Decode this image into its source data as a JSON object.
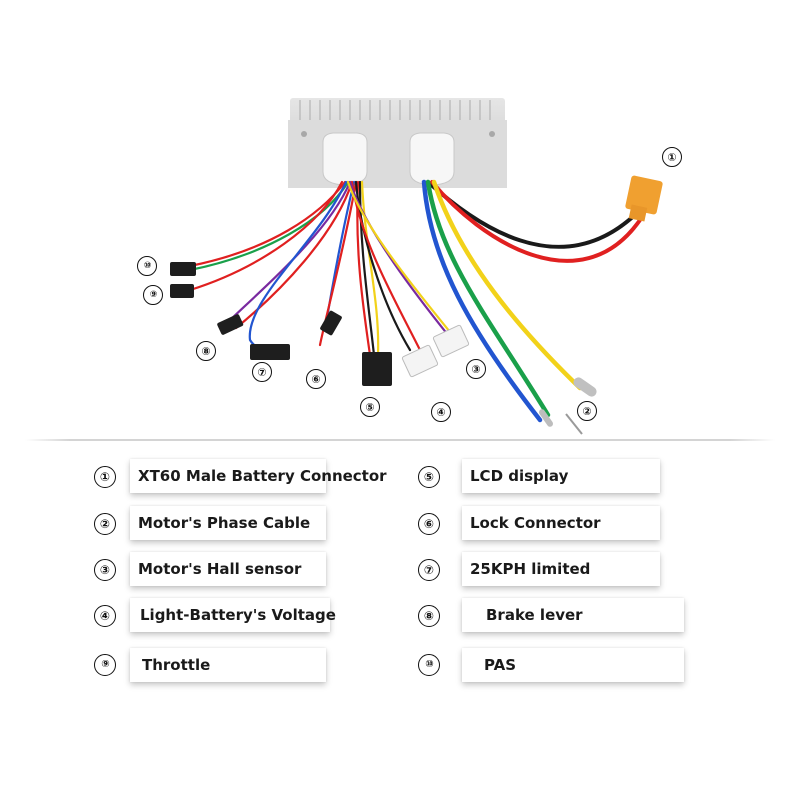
{
  "callouts": [
    {
      "num": "①",
      "label": "XT60 Male Battery Connector"
    },
    {
      "num": "②",
      "label": "Motor's Phase Cable"
    },
    {
      "num": "③",
      "label": "Motor's Hall sensor"
    },
    {
      "num": "④",
      "label": "Light-Battery's Voltage"
    },
    {
      "num": "⑨",
      "label": "Throttle"
    },
    {
      "num": "⑤",
      "label": "LCD display"
    },
    {
      "num": "⑥",
      "label": "Lock Connector"
    },
    {
      "num": "⑦",
      "label": "25KPH limited"
    },
    {
      "num": "⑧",
      "label": "Brake lever"
    },
    {
      "num": "⑩",
      "label": "PAS"
    }
  ],
  "colors": {
    "red": "#e02020",
    "black": "#1a1a1a",
    "yellow": "#f2d21a",
    "green": "#1aa04a",
    "blue": "#2255d0",
    "purple": "#7a2aa0",
    "orange_connector": "#f0a030",
    "housing": "#d8d8d8"
  },
  "icons": [
    "controller-housing",
    "cable-gland",
    "xt60-connector",
    "ring-terminal",
    "jst-connector",
    "white-connector"
  ]
}
